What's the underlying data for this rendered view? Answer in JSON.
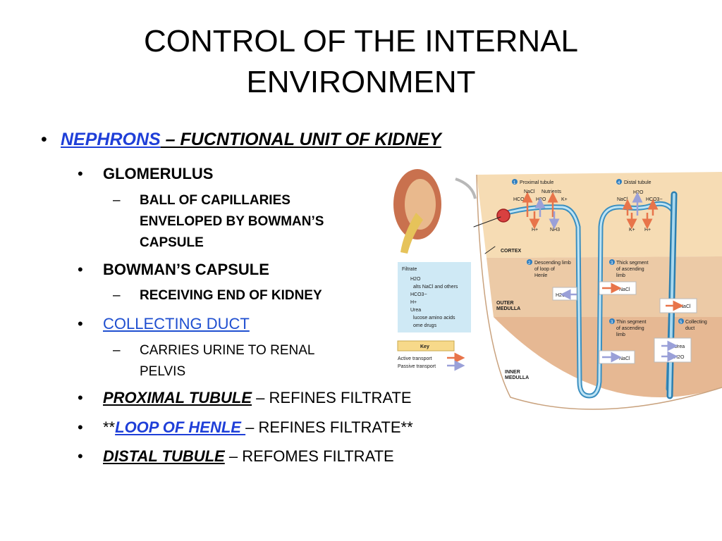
{
  "title": {
    "line1": "CONTROL OF THE INTERNAL",
    "line2": "ENVIRONMENT"
  },
  "bullets": {
    "main": {
      "term": "NEPHRONS",
      "rest": " – FUCNTIONAL UNIT OF KIDNEY"
    },
    "glomerulus": {
      "label": "GLOMERULUS",
      "sub": "BALL OF CAPILLARIES ENVELOPED BY BOWMAN’S CAPSULE"
    },
    "bowman": {
      "label": "BOWMAN’S CAPSULE",
      "sub": "RECEIVING END OF KIDNEY"
    },
    "collecting": {
      "label": "COLLECTING DUCT",
      "sub": "CARRIES URINE TO RENAL PELVIS"
    },
    "proximal": {
      "term": "PROXIMAL TUBULE",
      "rest": " – REFINES FILTRATE"
    },
    "loop": {
      "prefix": "**",
      "term": "LOOP OF HENLE ",
      "rest": " – REFINES FILTRATE**"
    },
    "distal": {
      "term": "DISTAL TUBULE",
      "rest": " – REFOMES FILTRATE"
    },
    "bullet_char": "•",
    "dash_char": "–"
  },
  "diagram": {
    "zones": {
      "cortex": "CORTEX",
      "outer1": "OUTER",
      "outer2": "MEDULLA",
      "inner1": "INNER",
      "inner2": "MEDULLA"
    },
    "proximal": {
      "num": "1",
      "label": "Proximal tubule",
      "nacl": "NaCl",
      "nutrients": "Nutrients",
      "hco3": "HCO3−",
      "h2o": "H2O",
      "k": "K+",
      "h": "H+",
      "nh3": "NH3"
    },
    "distal": {
      "num": "4",
      "label": "Distal tubule",
      "h2o": "H2O",
      "nacl": "NaCl",
      "hco3": "HCO3−",
      "k": "K+",
      "h": "H+"
    },
    "descending": {
      "num": "2",
      "l1": "Descending limb",
      "l2": "of loop of",
      "l3": "Henle",
      "h2o": "H2O"
    },
    "thick": {
      "num": "3",
      "l1": "Thick segment",
      "l2": "of ascending",
      "l3": "limb",
      "nacl": "NaCl"
    },
    "thin": {
      "num": "3",
      "l1": "Thin segment",
      "l2": "of ascending",
      "l3": "limb",
      "nacl": "NaCl"
    },
    "collecting": {
      "num": "5",
      "l1": "Collecting",
      "l2": "duct",
      "nacl": "NaCl",
      "urea": "Urea",
      "h2o": "H2O"
    },
    "filtrate": {
      "title": "Filtrate",
      "h2o": "H2O",
      "salts": "alts  NaCl and others",
      "hco3": "HCO3−",
      "h": "H+",
      "urea": "Urea",
      "glucose": "lucose  amino acids",
      "drugs": "ome drugs"
    },
    "key": {
      "title": "Key",
      "active": "Active transport",
      "passive": "Passive transport"
    },
    "colors": {
      "active": "#e8744a",
      "passive": "#9aa0d8",
      "tubule": "#5fb0d8",
      "cortex": "#f6dcb4",
      "outer": "#eccaa6",
      "inner": "#e6b893",
      "filtrate_bg": "#cfe9f5",
      "key_bg": "#f7d98a"
    }
  }
}
